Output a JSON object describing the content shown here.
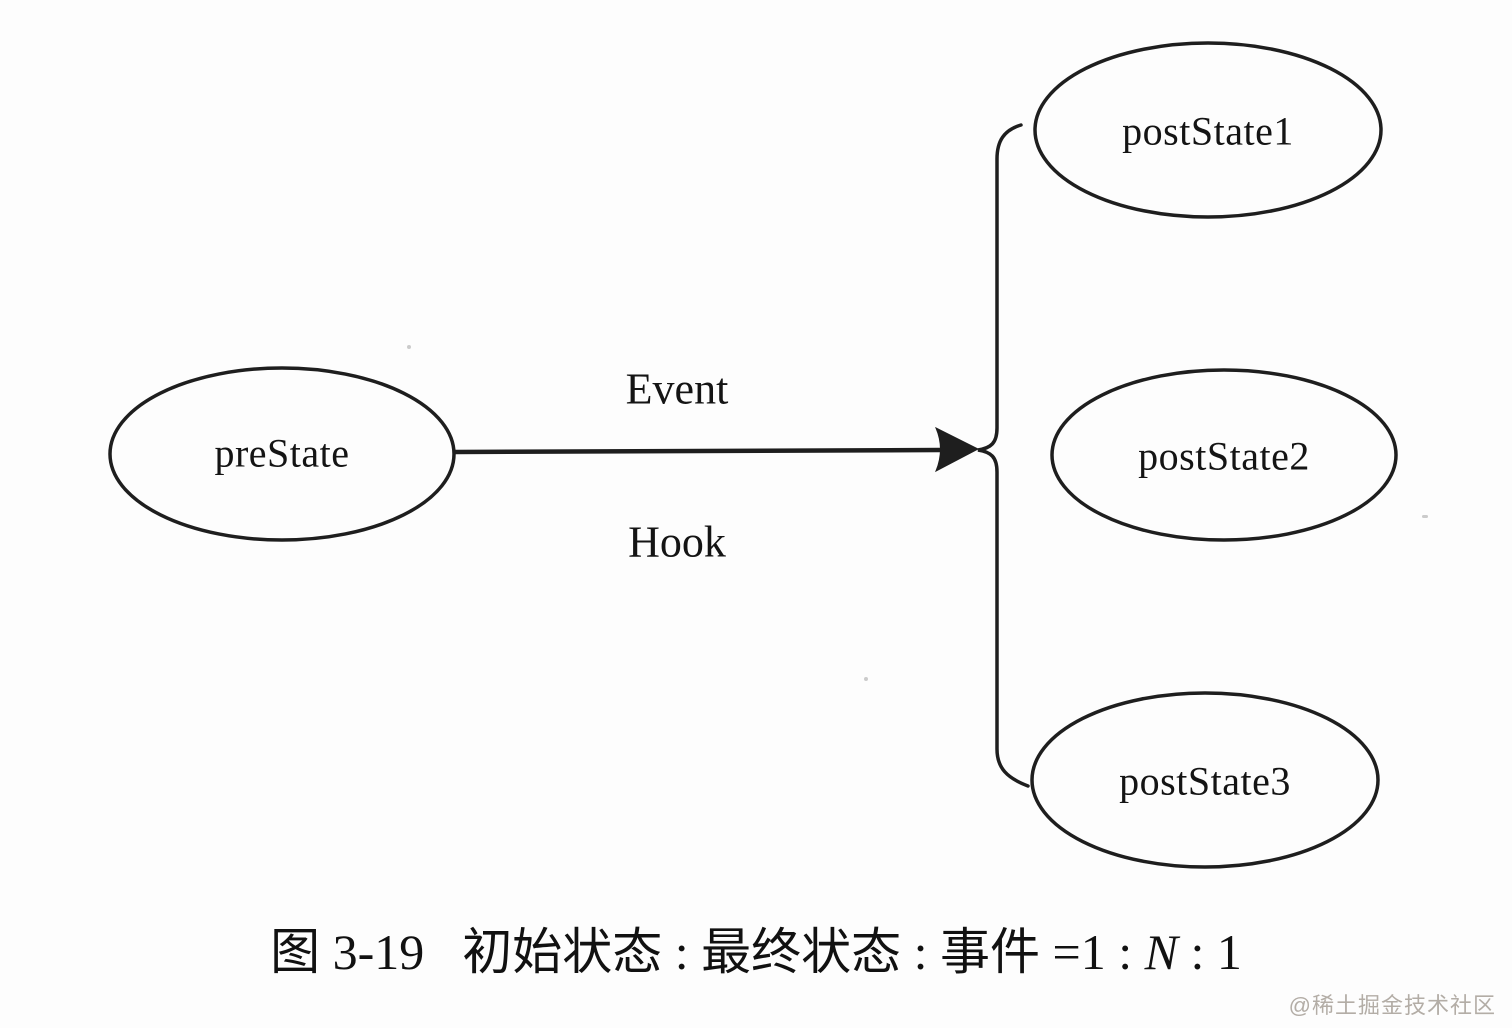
{
  "diagram": {
    "type": "state-transition-diagram",
    "nodes": [
      {
        "id": "preState",
        "label": "preState"
      },
      {
        "id": "postState1",
        "label": "postState1"
      },
      {
        "id": "postState2",
        "label": "postState2"
      },
      {
        "id": "postState3",
        "label": "postState3"
      }
    ],
    "edge": {
      "event_label": "Event",
      "hook_label": "Hook"
    },
    "caption": {
      "figure": "图 3-19",
      "body": "初始状态 : 最终状态 : 事件 =1 : ",
      "variable": "N",
      "suffix": " : 1"
    },
    "watermark": "@稀土掘金技术社区",
    "colors": {
      "stroke": "#1e1e1e",
      "background": "#fdfdfd",
      "watermark": "#b3ada6"
    }
  }
}
